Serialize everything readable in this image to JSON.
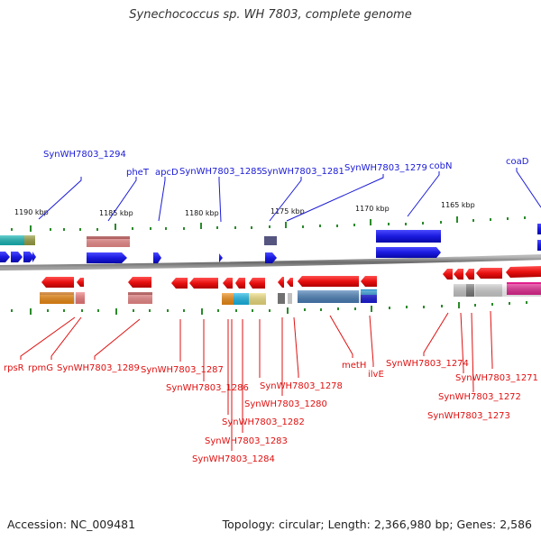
{
  "title": "Synechococcus sp. WH 7803, complete genome",
  "footer": {
    "accession": "Accession: NC_009481",
    "summary": "Topology: circular; Length: 2,366,980 bp; Genes: 2,586"
  },
  "colors": {
    "forward": "#1a1adc",
    "reverse": "#e01010",
    "backbone": "#808080",
    "tick": "#2a8a2a"
  },
  "scale_labels": [
    "1190 kbp",
    "1185 kbp",
    "1180 kbp",
    "1175 kbp",
    "1170 kbp",
    "1165 kbp"
  ],
  "top_labels": [
    "SynWH7803_1294",
    "pheT",
    "apcD",
    "SynWH7803_1285",
    "SynWH7803_1281",
    "SynWH7803_1279",
    "cobN",
    "coaD"
  ],
  "bottom_labels": [
    "rpsR",
    "rpmG",
    "SynWH7803_1289",
    "SynWH7803_1287",
    "SynWH7803_1286",
    "SynWH7803_1282",
    "SynWH7803_1283",
    "SynWH7803_1284",
    "SynWH7803_1280",
    "SynWH7803_1278",
    "metH",
    "ilvE",
    "SynWH7803_1274",
    "SynWH7803_1271",
    "SynWH7803_1272",
    "SynWH7803_1273"
  ]
}
